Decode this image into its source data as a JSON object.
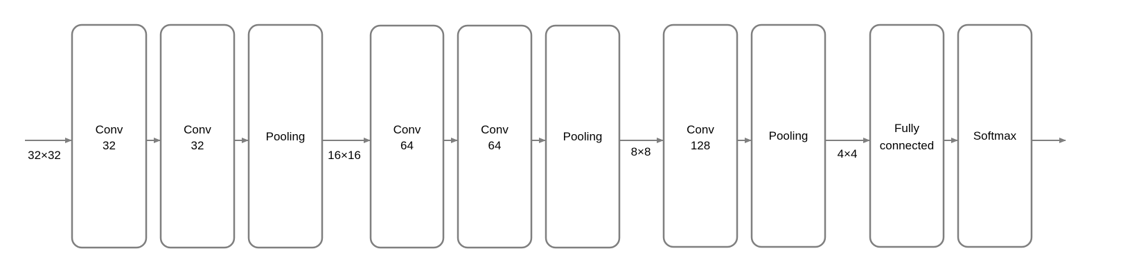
{
  "colors": {
    "stroke": "#7f7f7f",
    "text": "#000000",
    "background": "#ffffff"
  },
  "blocks": [
    {
      "lines": [
        "Conv",
        "32"
      ]
    },
    {
      "lines": [
        "Conv",
        "32"
      ]
    },
    {
      "lines": [
        "Pooling"
      ]
    },
    {
      "lines": [
        "Conv",
        "64"
      ]
    },
    {
      "lines": [
        "Conv",
        "64"
      ]
    },
    {
      "lines": [
        "Pooling"
      ]
    },
    {
      "lines": [
        "Conv",
        "128"
      ]
    },
    {
      "lines": [
        "Pooling"
      ]
    },
    {
      "lines": [
        "Fully",
        "connected"
      ]
    },
    {
      "lines": [
        "Softmax"
      ]
    }
  ],
  "dimension_labels": [
    "32×32",
    "16×16",
    "8×8",
    "4×4"
  ]
}
